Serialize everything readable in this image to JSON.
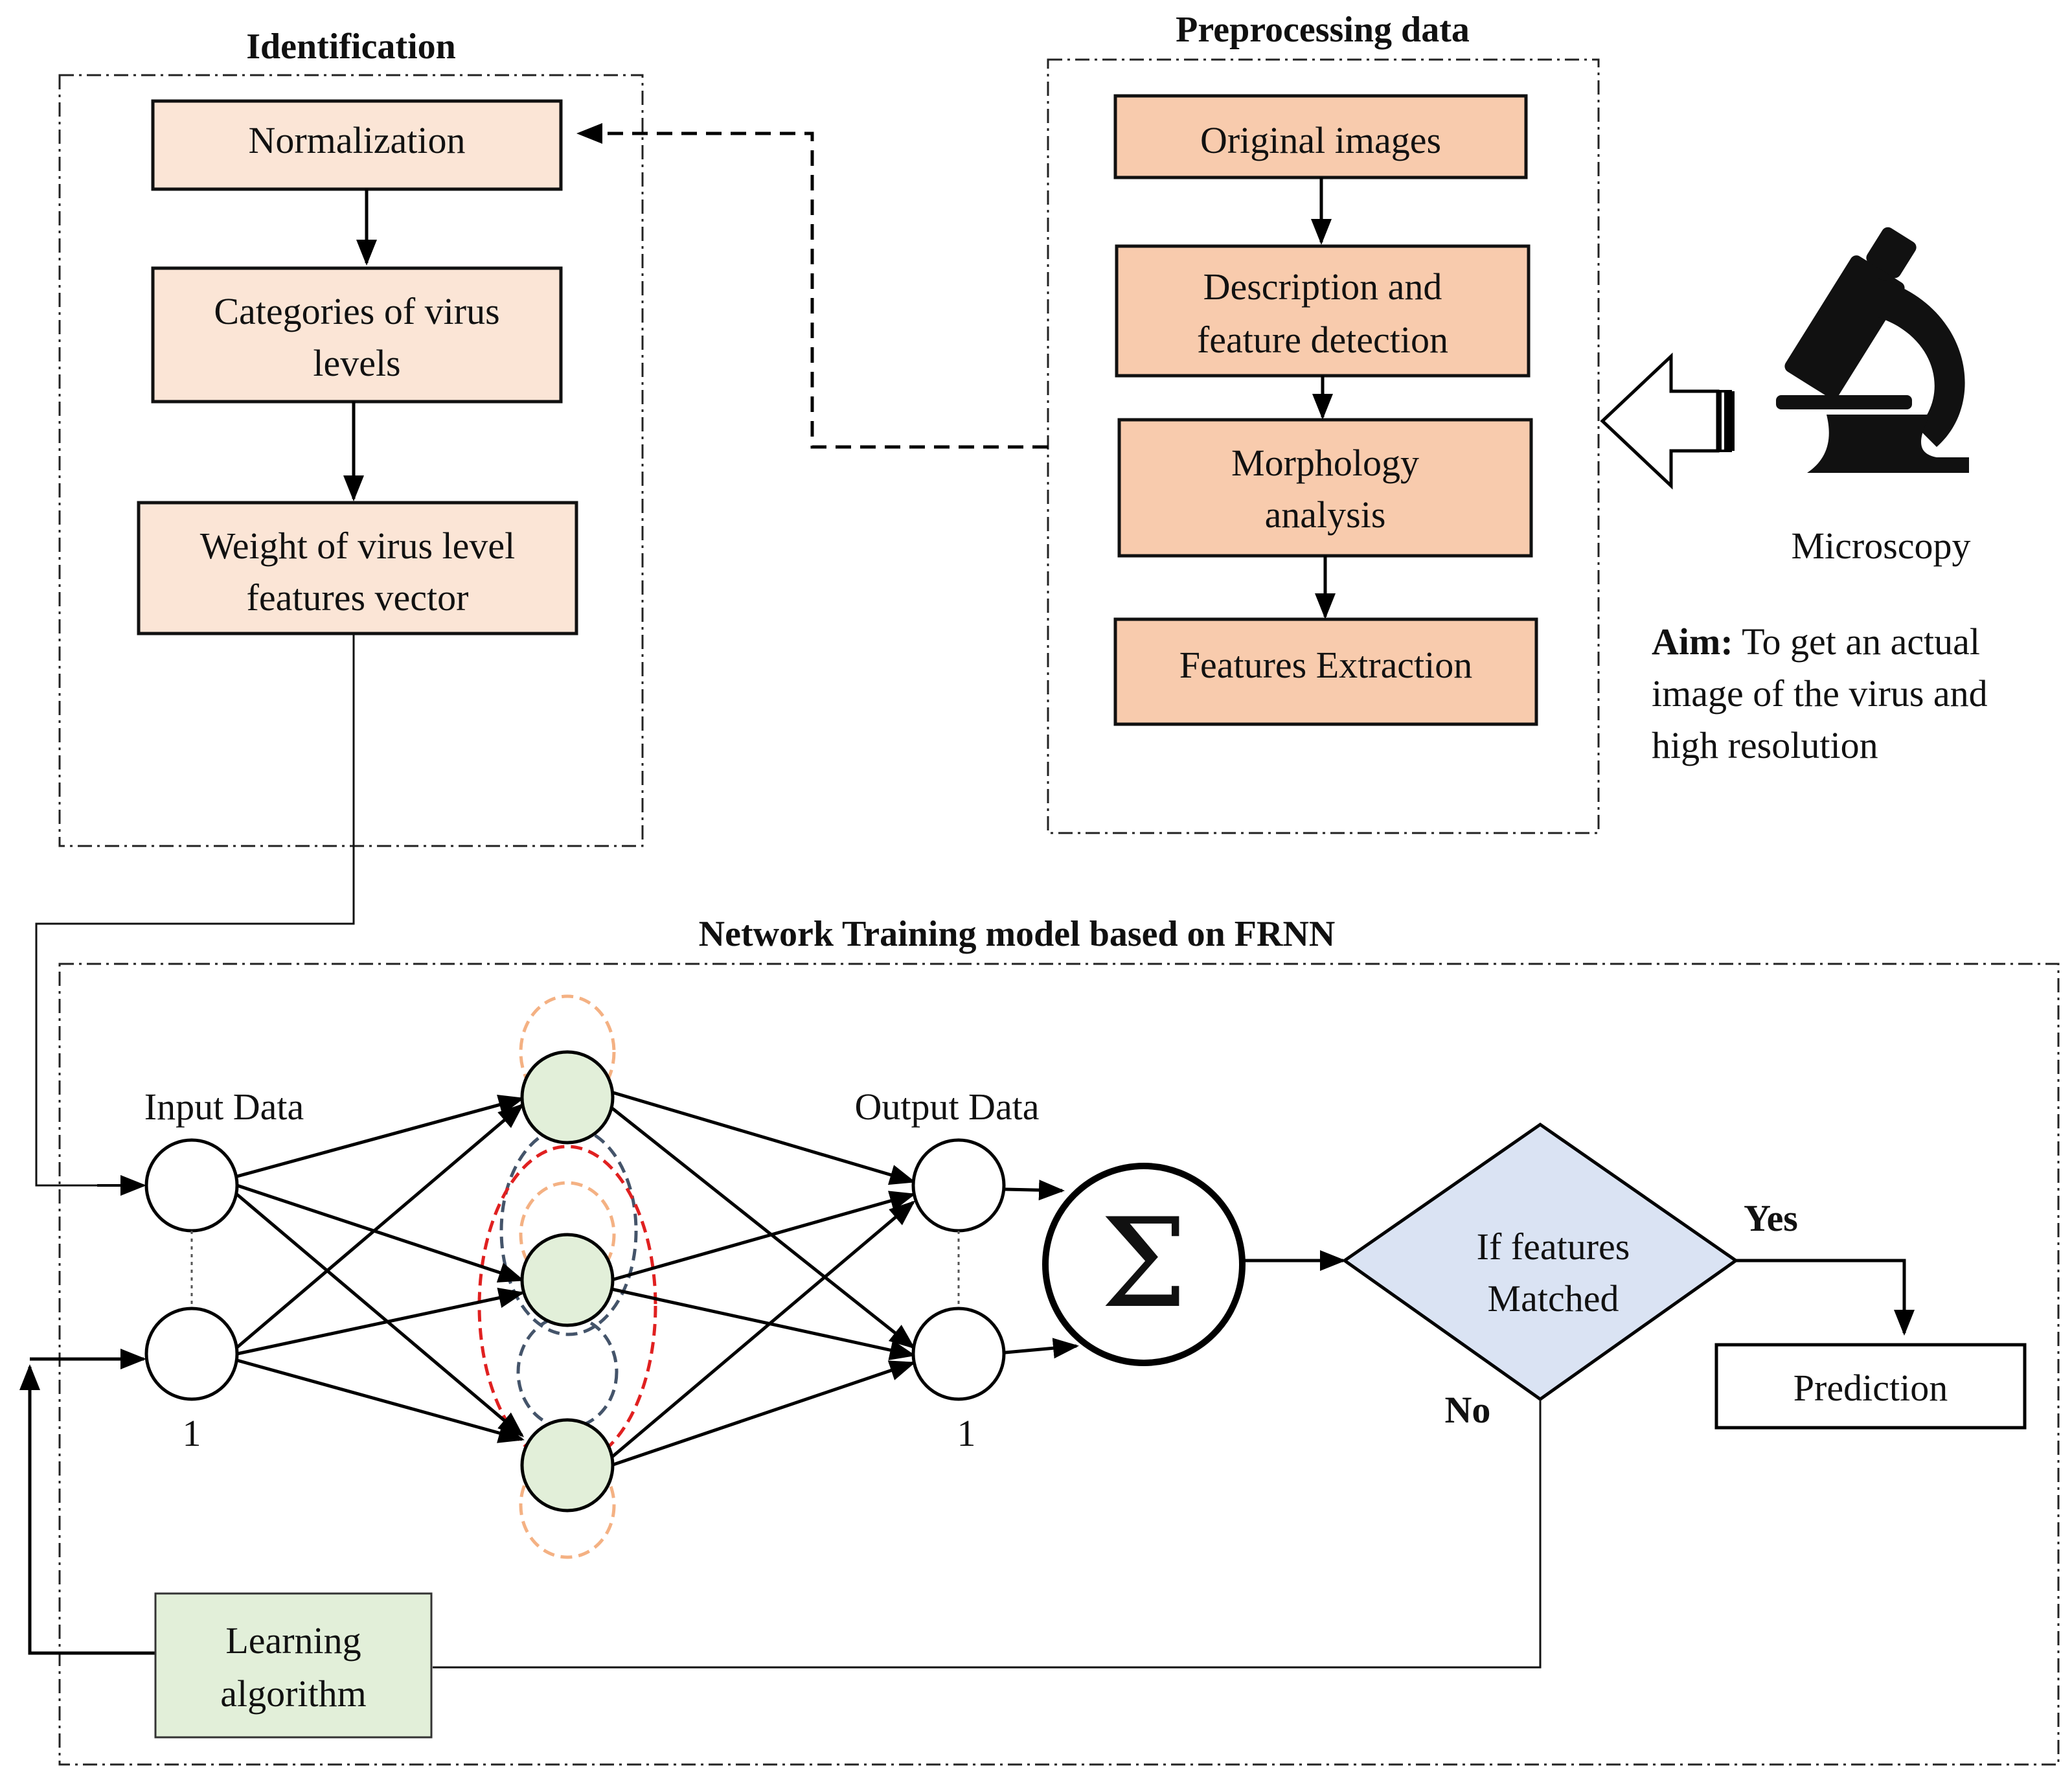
{
  "identification": {
    "title": "Identification",
    "step1": "Normalization",
    "step2_line1": "Categories  of virus",
    "step2_line2": "levels",
    "step3_line1": "Weight of virus level",
    "step3_line2": "features vector"
  },
  "preprocessing": {
    "title": "Preprocessing data",
    "step1": "Original images",
    "step2_line1": "Description and",
    "step2_line2": "feature detection",
    "step3_line1": "Morphology",
    "step3_line2": "analysis",
    "step4": "Features Extraction"
  },
  "microscopy": {
    "label": "Microscopy",
    "aim_label": "Aim:",
    "aim_line1_rest": " To get an actual",
    "aim_line2": "image of the virus and",
    "aim_line3": "high resolution"
  },
  "network": {
    "title": "Network Training model based on FRNN",
    "input_label": "Input Data",
    "output_label": "Output Data",
    "input_index": "1",
    "output_index": "1",
    "sum_symbol": "Σ",
    "decision_line1": "If features",
    "decision_line2": "Matched",
    "yes_label": "Yes",
    "no_label": "No",
    "prediction": "Prediction",
    "learning_line1": "Learning",
    "learning_line2": "algorithm"
  },
  "colors": {
    "identification_fill": "#fbe5d6",
    "preprocessing_fill": "#f8cbad",
    "hidden_node_fill": "#e2efd9",
    "learning_fill": "#e2efd9",
    "decision_fill": "#dae3f3",
    "orange_dash": "#f4b183",
    "red_dash": "#e02020",
    "blue_dash": "#44546a"
  }
}
